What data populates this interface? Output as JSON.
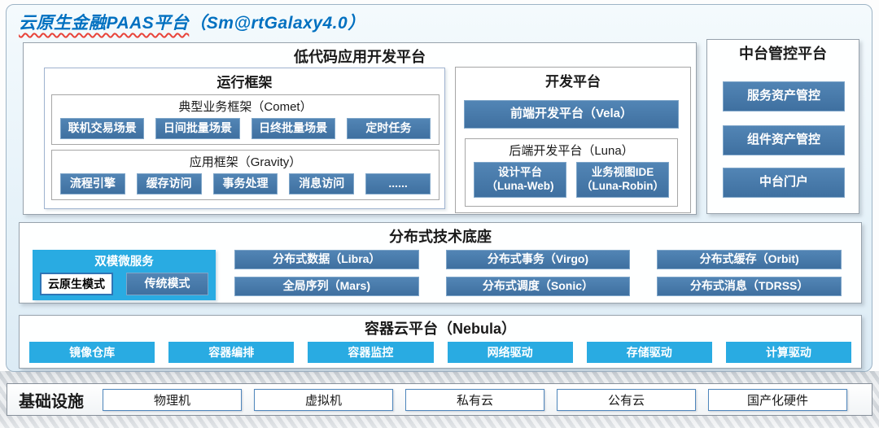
{
  "header": {
    "title_cn": "云原生金融PAAS平台",
    "title_en": "（Sm@rtGalaxy4.0）"
  },
  "colors": {
    "title_blue": "#0070C0",
    "steel_blue": "#4377A9",
    "cyan": "#29ABE2",
    "underline_red": "#E8443A"
  },
  "low_code": {
    "title": "低代码应用开发平台",
    "runtime": {
      "title": "运行框架",
      "comet": {
        "title": "典型业务框架（Comet）",
        "items": [
          "联机交易场景",
          "日间批量场景",
          "日终批量场景",
          "定时任务"
        ]
      },
      "gravity": {
        "title": "应用框架（Gravity）",
        "items": [
          "流程引擎",
          "缓存访问",
          "事务处理",
          "消息访问",
          "......"
        ]
      }
    },
    "dev": {
      "title": "开发平台",
      "vela": "前端开发平台（Vela）",
      "luna": {
        "title": "后端开发平台（Luna）",
        "items": [
          {
            "line1": "设计平台",
            "line2": "（Luna-Web)"
          },
          {
            "line1": "业务视图IDE",
            "line2": "（Luna-Robin）"
          }
        ]
      }
    }
  },
  "mid_platform": {
    "title": "中台管控平台",
    "items": [
      "服务资产管控",
      "组件资产管控",
      "中台门户"
    ]
  },
  "distributed": {
    "title": "分布式技术底座",
    "dual_mode": {
      "title": "双模微服务",
      "modes": [
        "云原生模式",
        "传统模式"
      ]
    },
    "items": [
      "分布式数据（Libra）",
      "分布式事务（Virgo)",
      "分布式缓存（Orbit)",
      "全局序列（Mars)",
      "分布式调度（Sonic）",
      "分布式消息（TDRSS）"
    ]
  },
  "container_cloud": {
    "title": "容器云平台（Nebula）",
    "items": [
      "镜像仓库",
      "容器编排",
      "容器监控",
      "网络驱动",
      "存储驱动",
      "计算驱动"
    ]
  },
  "infrastructure": {
    "title": "基础设施",
    "items": [
      "物理机",
      "虚拟机",
      "私有云",
      "公有云",
      "国产化硬件"
    ]
  }
}
